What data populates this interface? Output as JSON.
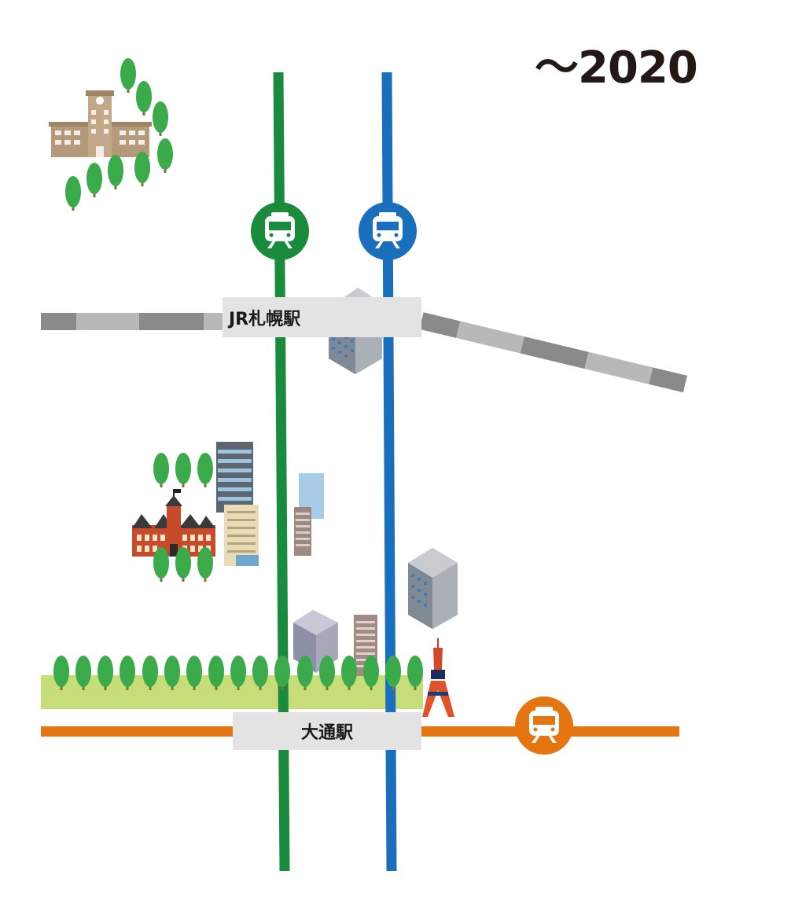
{
  "year_label": "～2020",
  "stations": {
    "jr_sapporo": "JR札幌駅",
    "odori": "大通駅"
  },
  "colors": {
    "namboku_line": "#1a8a3c",
    "toho_line": "#1a6fbc",
    "tozai_line": "#e47510",
    "jr_track_dark": "#8a8a8a",
    "jr_track_light": "#b8b8b8",
    "park": "#c7dd7a",
    "tree": "#3aaa4a",
    "station_box": "#e3e3e3"
  },
  "icons": [
    "green-train-icon",
    "blue-train-icon",
    "orange-train-icon",
    "university-building-icon",
    "clock-tower-icon",
    "tv-tower-icon",
    "office-building-icon",
    "tree-icon"
  ]
}
